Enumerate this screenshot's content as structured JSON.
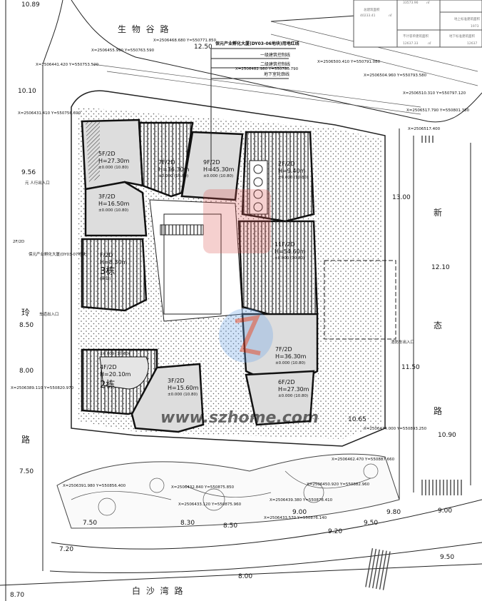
{
  "title_legend": {
    "heading": "保元产业孵化大厦(DY03-06地块)用地红线",
    "items": [
      "一级建筑控制线",
      "二级建筑控制线",
      "地下室轮廓线"
    ]
  },
  "summary_table": {
    "cells": [
      "总建筑面积",
      "40233.41",
      "㎡",
      "33573.96",
      "㎡",
      "地上标准建筑面积",
      "1973",
      "不计容单建筑面积",
      "12637.33",
      "㎡",
      "地下标准建筑面积",
      "12637"
    ]
  },
  "roads": {
    "top": "生 物 谷 路",
    "right": [
      "新",
      "态",
      "路"
    ],
    "bottom": "白 沙 湾 路",
    "left": [
      "玲",
      "路"
    ]
  },
  "elevations": [
    "10.89",
    "12.50",
    "10.10",
    "9.56",
    "8.50",
    "8.00",
    "7.50",
    "7.20",
    "8.30",
    "8.50",
    "9.00",
    "9.20",
    "9.50",
    "9.80",
    "9.00",
    "9.50",
    "10.90",
    "11.50",
    "12.10",
    "13.00",
    "10.65",
    "8.00",
    "8.70"
  ],
  "coordinates": [
    "X=2506441.420 Y=550753.520",
    "X=2506455.990 Y=550763.590",
    "X=2506468.680 Y=550771.850",
    "X=2506482.980 Y=550780.790",
    "X=2506500.410 Y=550791.080",
    "X=2506504.960 Y=550793.580",
    "X=2506510.310 Y=550797.120",
    "X=2506517.790 Y=550801.380",
    "X=2506517.400",
    "X=2506431.410 Y=550756.690",
    "X=2506474.000 Y=550893.250",
    "X=2506462.470 Y=550887.660",
    "X=2506450.920 Y=550882.960",
    "X=2506439.380 Y=550878.410",
    "X=2506433.570 Y=550876.140",
    "X=2506432.840 Y=550875.850",
    "X=2506433.120 Y=550875.960",
    "X=2506391.980 Y=550856.400",
    "X=2506389.110 Y=550820.970"
  ],
  "buildings": [
    {
      "floors": "5F/2D",
      "height": "H=27.30m",
      "base": "±0.000 (10.80)"
    },
    {
      "floors": "7F/2D",
      "height": "H=36.30m",
      "base": "±0.000 (10.80)"
    },
    {
      "floors": "9F/2D",
      "height": "H=45.30m",
      "base": "±0.000 (10.80)"
    },
    {
      "floors": "2F/2D",
      "height": "H=9.40m",
      "base": "±0.000 (10.80)"
    },
    {
      "floors": "3F/2D",
      "height": "H=16.50m",
      "base": "±0.000 (10.80)"
    },
    {
      "floors": "F/2D",
      "height": "H=8.30m",
      "base": "3栋",
      "note": "(商业)"
    },
    {
      "floors": "11F/2D",
      "height": "H=54.60m",
      "base": "±0.000 (10.80)"
    },
    {
      "floors": "7F/2D",
      "height": "H=36.30m",
      "base": "±0.000 (10.80)"
    },
    {
      "floors": "6F/2D",
      "height": "H=27.30m",
      "base": "±0.000 (10.80)"
    },
    {
      "floors": "4F/2D",
      "height": "H=20.10m",
      "base": "2栋",
      "note": "±0.000 (10.80)"
    },
    {
      "floors": "3F/2D",
      "height": "H=15.60m",
      "base": "±0.000 (10.80)"
    }
  ],
  "misc_labels": [
    "元  人行出入口",
    "车道出入口",
    "2F/2D",
    "保元产业孵化大厦(DY03-07地块)",
    "消防车出入口"
  ],
  "watermark": "www.szhome.com",
  "colors": {
    "line": "#222222",
    "hatch": "#555555",
    "watermark_red": "#d9534f",
    "watermark_blue": "#3a6fd8"
  }
}
